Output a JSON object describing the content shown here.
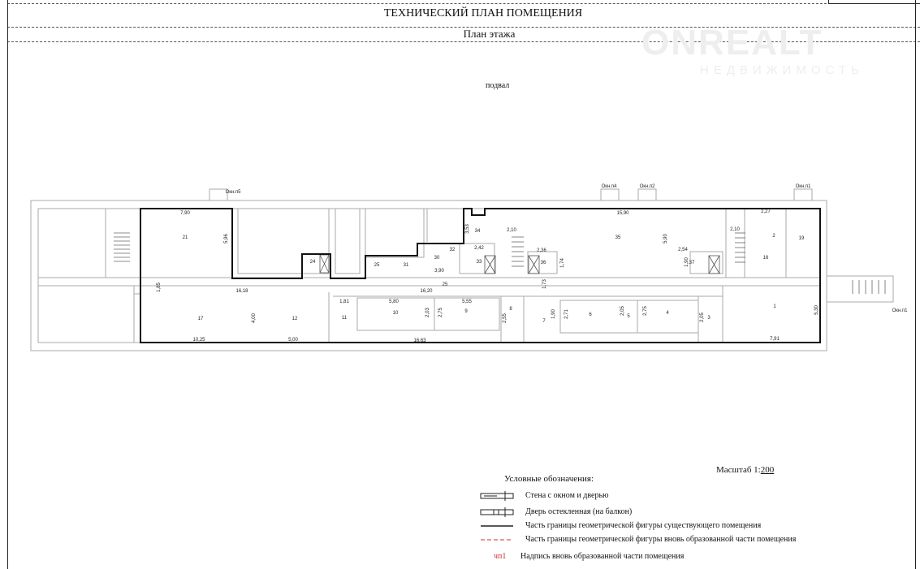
{
  "header": {
    "title": "ТЕХНИЧЕСКИЙ ПЛАН ПОМЕЩЕНИЯ",
    "subtitle": "План этажа"
  },
  "watermark": {
    "brand": "ONREALT",
    "tagline": "НЕДВИЖИМОСТЬ"
  },
  "floor_label": "подвал",
  "plan": {
    "labels": [
      "21",
      "7,90",
      "5,96",
      "24",
      "25",
      "31",
      "30",
      "32",
      "3,90",
      "3,53",
      "34",
      "2,42",
      "33",
      "2,10",
      "2,36",
      "36",
      "1,74",
      "35",
      "15,90",
      "5,90",
      "2,54",
      "37",
      "1,90",
      "2,10",
      "2,27",
      "2",
      "19",
      "16",
      "25",
      "16,18",
      "16,20",
      "1,73",
      "1,85",
      "1,81",
      "5,80",
      "5,55",
      "17",
      "4,00",
      "12",
      "11",
      "10",
      "2,03",
      "2,75",
      "9",
      "8",
      "2,55",
      "7",
      "1,90",
      "2,71",
      "6",
      "2,05",
      "5",
      "2,75",
      "4",
      "2,05",
      "3",
      "1",
      "5,30",
      "7,91",
      "10,25",
      "5,00",
      "16,63"
    ],
    "openings": [
      "Окн.п5",
      "Окн.п4",
      "Окн.п2",
      "Окн.п1",
      "Окн.п1"
    ]
  },
  "scale": {
    "label": "Масштаб 1:",
    "value": "200"
  },
  "legend": {
    "title": "Условные обозначения:",
    "items": [
      "Стена с окном и дверью",
      "Дверь остекленная (на балкон)",
      "Часть границы геометрической фигуры существующего помещения",
      "Часть границы геометрической фигуры вновь образованной части помещения",
      "Надпись вновь образованной части помещения"
    ],
    "sample_label": "чп1",
    "colors": {
      "existing": "#111111",
      "new": "#d03030"
    }
  }
}
